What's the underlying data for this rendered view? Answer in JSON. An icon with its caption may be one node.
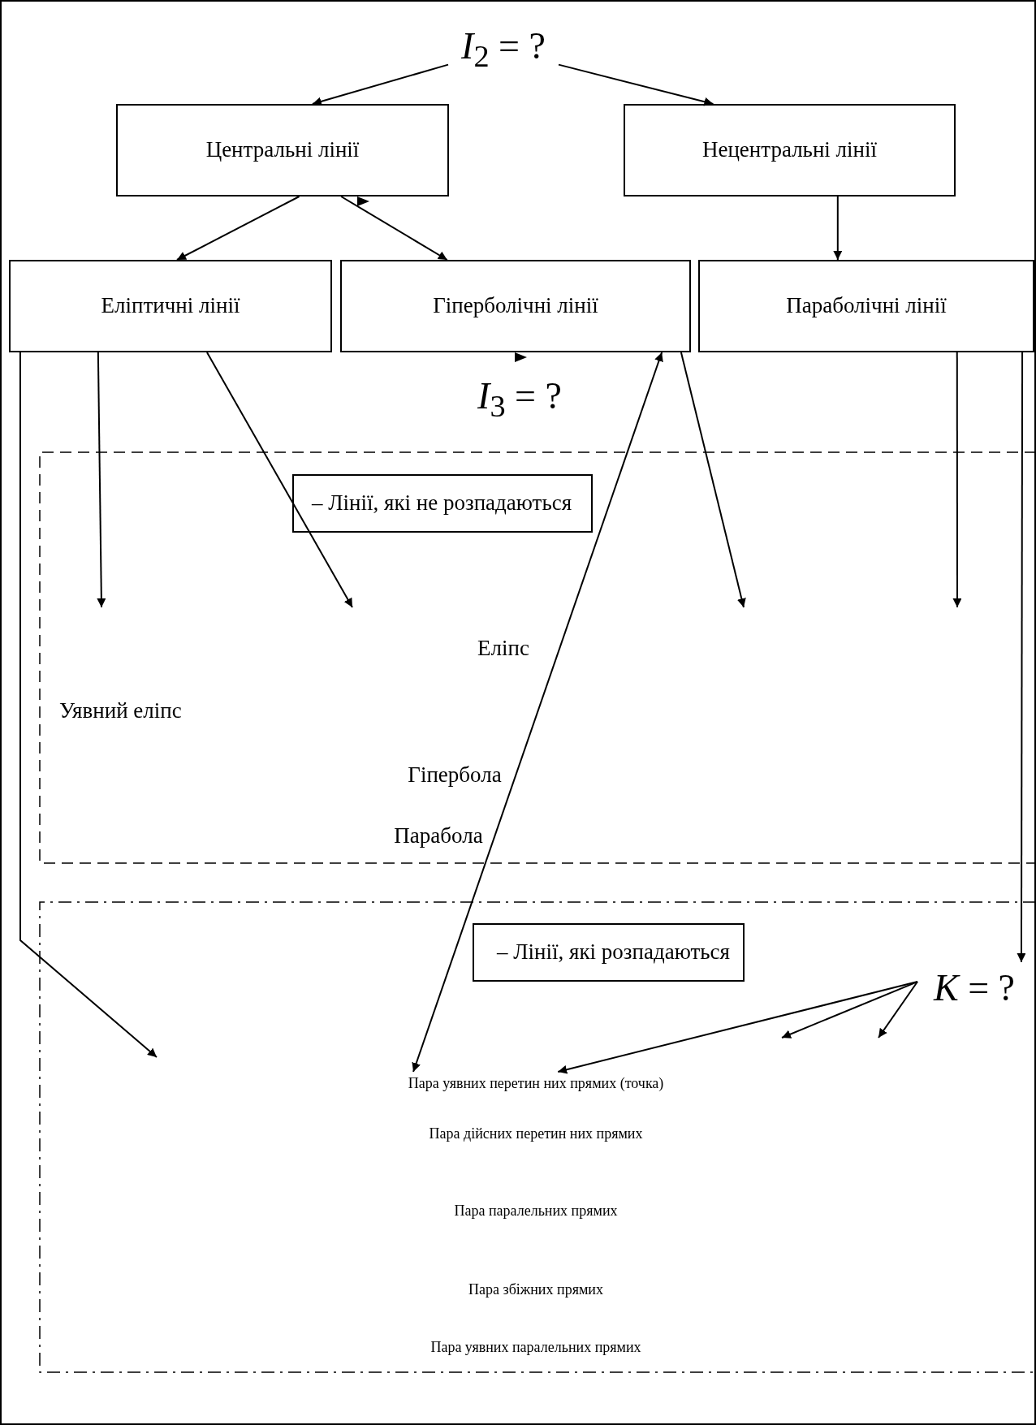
{
  "diagram": {
    "nodes": [
      {
        "text": [
          "*I*$_{2}$ = ?"
        ]
      },
      {
        "text": [
          "Центральні лінії"
        ]
      },
      {
        "text": [
          "Нецентральні лінії"
        ]
      },
      {
        "text": [
          "Еліптичні лінії"
        ]
      },
      {
        "text": [
          "Гіперболічні лінії"
        ]
      },
      {
        "text": [
          "Параболічні лінії"
        ]
      },
      {
        "text": [
          "– Лінії, які не розпадаються"
        ]
      },
      {
        "text": [
          "– Лінії, які розпадаються"
        ]
      },
      {
        "text": [
          "*K* = ?"
        ]
      },
      {
        "text": [
          "Пара уявних перетин них прямих (точка)"
        ]
      }
    ],
    "edges": [
      {
        "from": 0,
        "to": 1,
        "arrow": "to"
      },
      {
        "from": 0,
        "to": 2,
        "arrow": "to"
      },
      {
        "from": 1,
        "to": 3,
        "arrow": "to"
      },
      {
        "from": 1,
        "to": 4,
        "arrow": "to"
      },
      {
        "from": 2,
        "to": 5,
        "arrow": "to"
      },
      {
        "from": 3,
        "to": null,
        "arrow": "to"
      },
      {
        "from": 3,
        "to": null,
        "arrow": "to"
      },
      {
        "from": 4,
        "to": null,
        "arrow": "to"
      },
      {
        "from": 5,
        "to": null,
        "arrow": "to"
      },
      {
        "from": 4,
        "to": 9,
        "arrow": "both"
      },
      {
        "from": 3,
        "to": null,
        "arrow": "to"
      },
      {
        "from": 5,
        "to": 8,
        "arrow": "to"
      },
      {
        "from": 8,
        "to": 9,
        "arrow": "to"
      },
      {
        "from": 8,
        "to": null,
        "arrow": "to"
      },
      {
        "from": 8,
        "to": null,
        "arrow": "to"
      }
    ],
    "labels": [
      "*I*$_{3}$ = ?",
      "Еліпс",
      "Уявний еліпс",
      "Гіпербола",
      "Парабола",
      "Пара дійсних перетин них прямих",
      "Пара паралельних прямих",
      "Пара збіжних прямих",
      "Пара уявних паралельних прямих"
    ]
  }
}
